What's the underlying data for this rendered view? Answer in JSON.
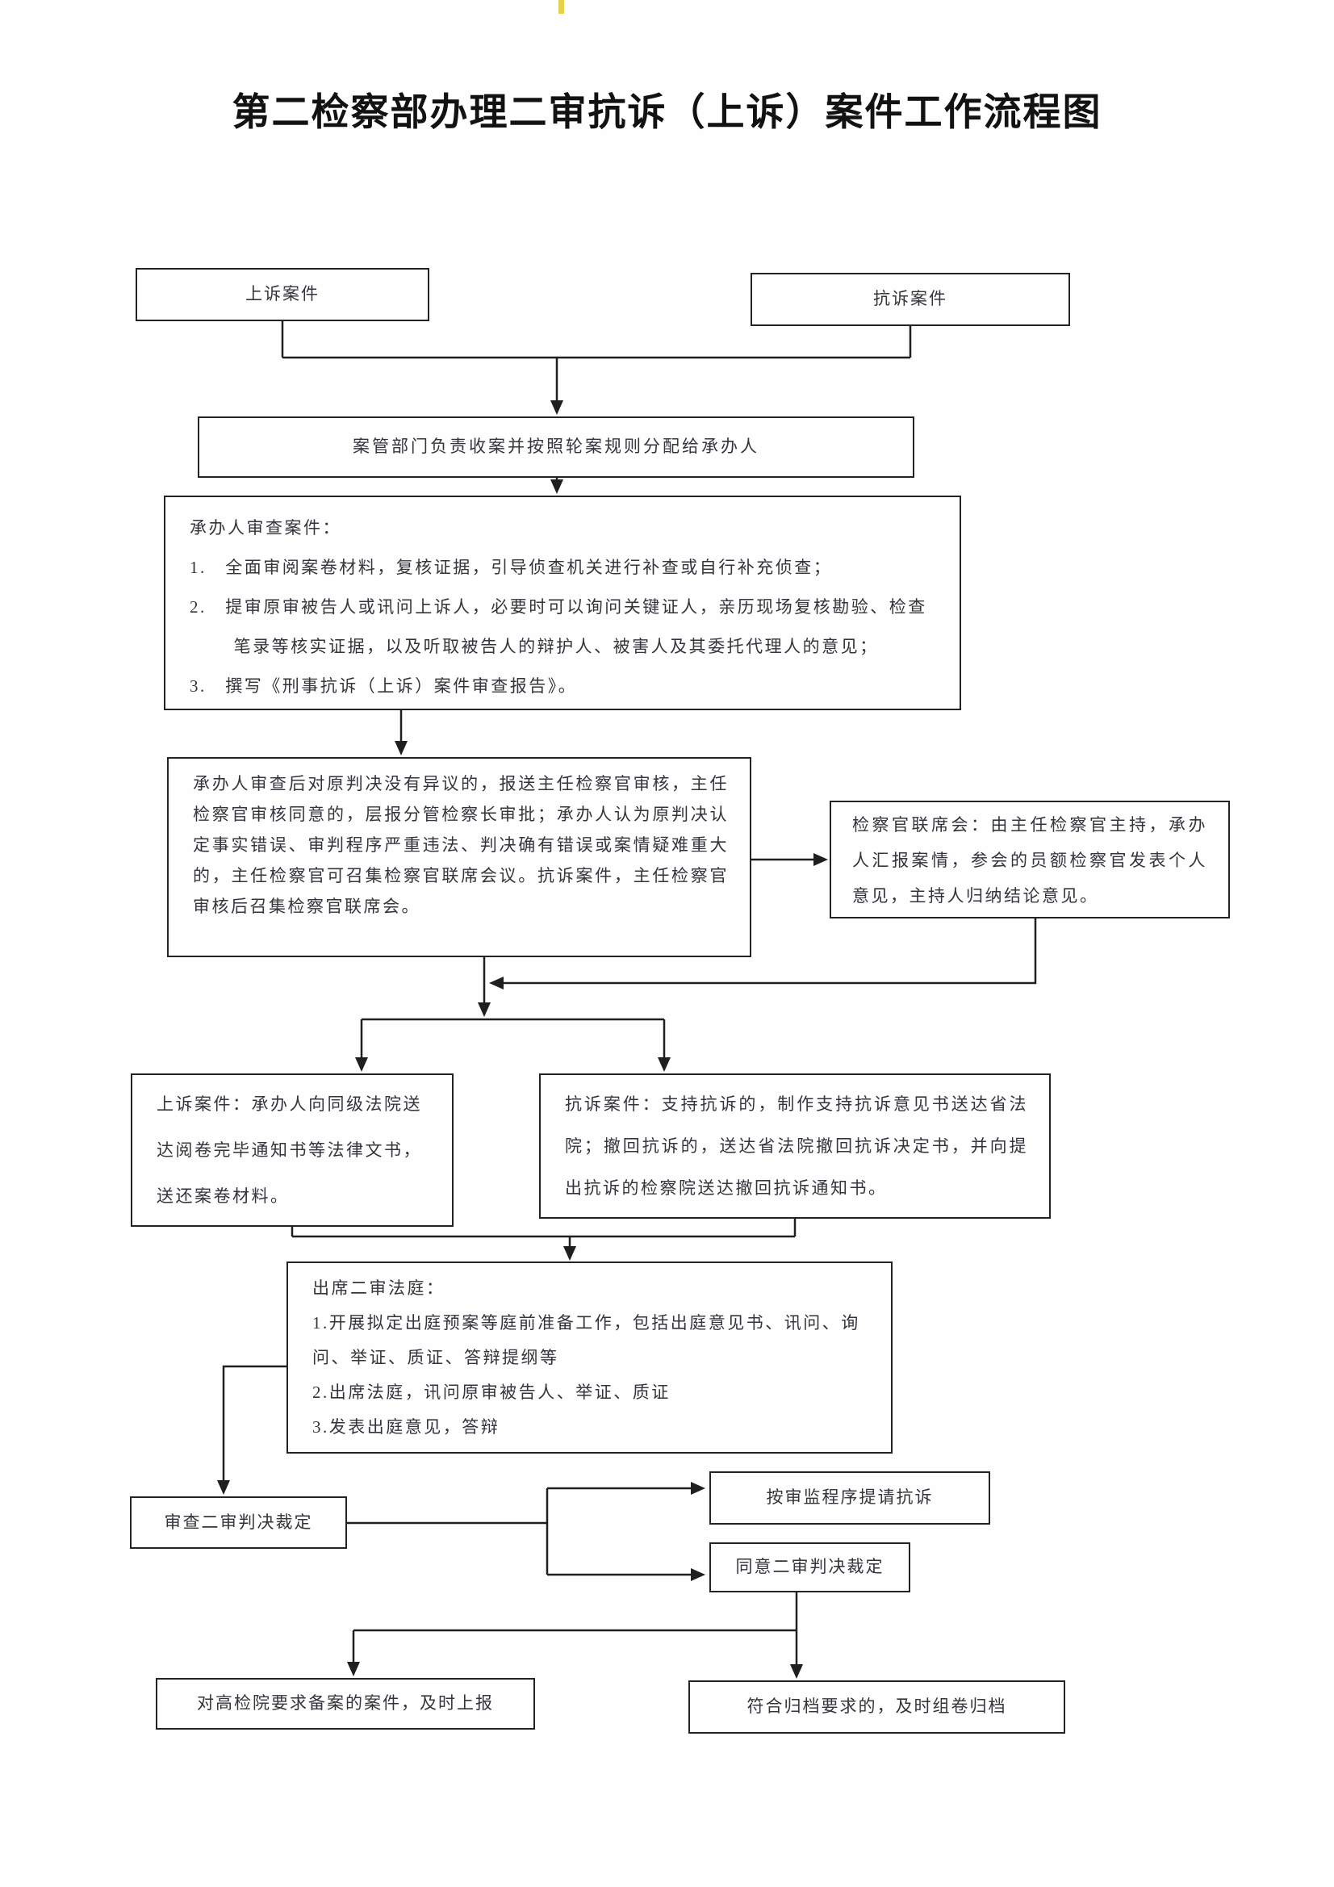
{
  "title": "第二检察部办理二审抗诉（上诉）案件工作流程图",
  "colors": {
    "ink": "#1f1f1f",
    "text": "#34343c",
    "scan_mark": "#e6d24a"
  },
  "nodes": {
    "appeal_case": {
      "label": "上诉案件"
    },
    "protest_case": {
      "label": "抗诉案件"
    },
    "case_mgmt": {
      "label": "案管部门负责收案并按照轮案规则分配给承办人"
    },
    "review": {
      "heading": "承办人审查案件：",
      "items": [
        "1.　全面审阅案卷材料，复核证据，引导侦查机关进行补查或自行补充侦查；",
        "2.　提审原审被告人或讯问上诉人，必要时可以询问关键证人，亲历现场复核勘验、检查笔录等核实证据，以及听取被告人的辩护人、被害人及其委托代理人的意见；",
        "3.　撰写《刑事抗诉（上诉）案件审查报告》。"
      ]
    },
    "approval": {
      "text": "承办人审查后对原判决没有异议的，报送主任检察官审核，主任检察官审核同意的，层报分管检察长审批；承办人认为原判决认定事实错误、审判程序严重违法、判决确有错误或案情疑难重大的，主任检察官可召集检察官联席会议。抗诉案件，主任检察官审核后召集检察官联席会。"
    },
    "joint_meeting": {
      "text": "检察官联席会：由主任检察官主持，承办人汇报案情，参会的员额检察官发表个人意见，主持人归纳结论意见。"
    },
    "appeal_docs": {
      "text": "上诉案件：承办人向同级法院送达阅卷完毕通知书等法律文书，送还案卷材料。"
    },
    "protest_docs": {
      "text": "抗诉案件：支持抗诉的，制作支持抗诉意见书送达省法院；撤回抗诉的，送达省法院撤回抗诉决定书，并向提出抗诉的检察院送达撤回抗诉通知书。"
    },
    "court": {
      "heading": "出席二审法庭：",
      "items": [
        "1.开展拟定出庭预案等庭前准备工作，包括出庭意见书、讯问、询问、举证、质证、答辩提纲等",
        "2.出席法庭，讯问原审被告人、举证、质证",
        "3.发表出庭意见，答辩"
      ]
    },
    "review_ruling": {
      "label": "审查二审判决裁定"
    },
    "supervision_protest": {
      "label": "按审监程序提请抗诉"
    },
    "agree_ruling": {
      "label": "同意二审判决裁定"
    },
    "report_spp": {
      "label": "对高检院要求备案的案件，及时上报"
    },
    "archive": {
      "label": "符合归档要求的，及时组卷归档"
    }
  }
}
